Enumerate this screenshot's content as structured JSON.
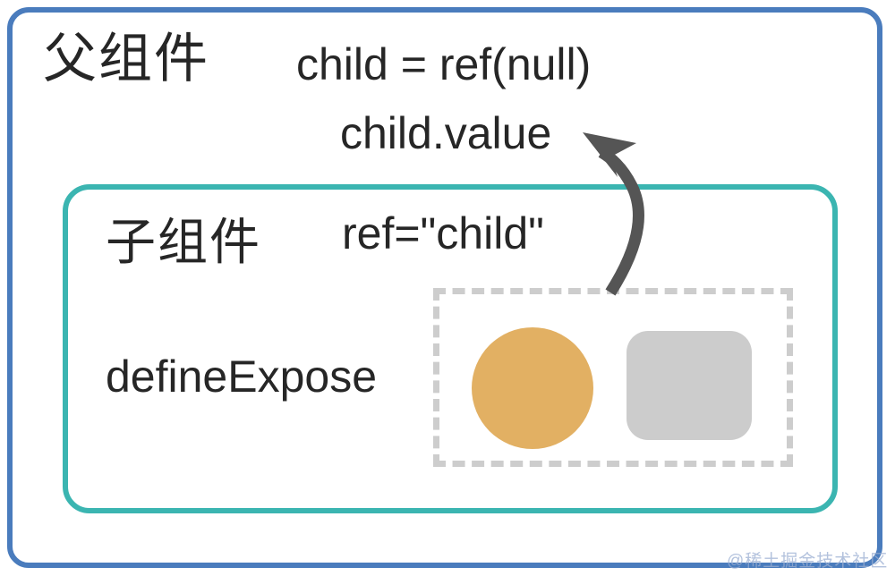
{
  "diagram": {
    "title_parent": "父组件",
    "title_child": "子组件",
    "code_ref_declaration": "child = ref(null)",
    "code_child_value": "child.value",
    "code_ref_attribute": "ref=\"child\"",
    "code_define_expose": "defineExpose",
    "watermark": "@稀土掘金技术社区"
  },
  "colors": {
    "parent_border": "#4a7cbd",
    "child_border": "#3bb5b1",
    "slot_border": "#cdcdcd",
    "circle_fill": "#e2b063",
    "square_fill": "#cccccc",
    "arrow": "#555555",
    "text": "#262626",
    "watermark": "#9aaed2",
    "background": "#ffffff"
  },
  "shapes": {
    "circle_name": "orange-circle",
    "square_name": "gray-rounded-square",
    "slot_name": "dashed-slot-region",
    "arrow_name": "curved-arrow-from-slot-to-child-value"
  }
}
